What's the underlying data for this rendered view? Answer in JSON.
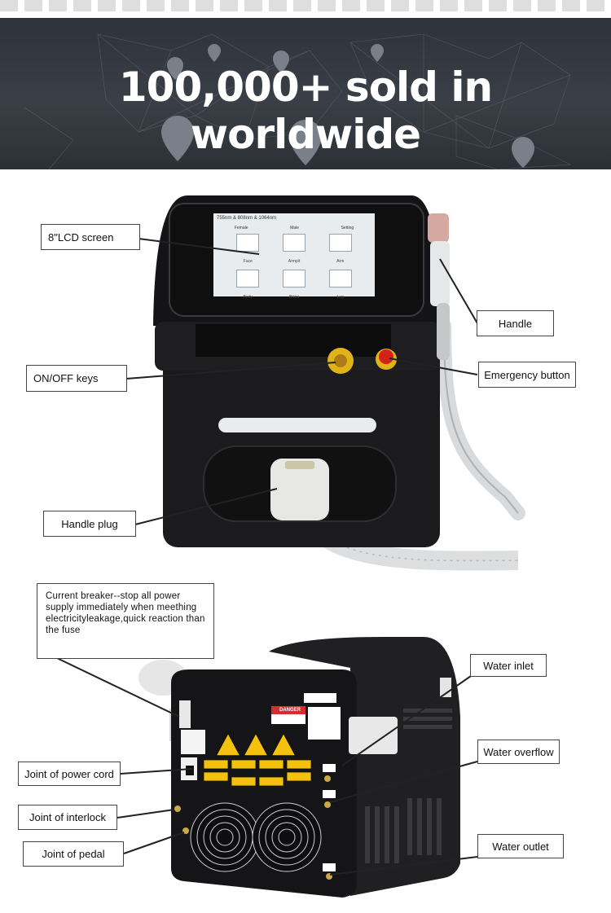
{
  "banner": {
    "title": "100,000+ sold in worldwide"
  },
  "front_view": {
    "screen_header": "755nm & 808nm & 1064nm",
    "screen_tabs": [
      "Female",
      "Male",
      "Setting"
    ],
    "screen_tiles": [
      "Face",
      "Armpit",
      "Arm",
      "Body",
      "Bikini",
      "Leg"
    ],
    "labels": {
      "lcd": "8\"LCD screen",
      "onoff": "ON/OFF keys",
      "handle_plug": "Handle plug",
      "handle": "Handle",
      "emergency": "Emergency button"
    }
  },
  "back_view": {
    "breaker_note": "Current breaker--stop all power supply immediately when meething electricityleakage,quick reaction than the fuse",
    "labels": {
      "power_cord": "Joint of power cord",
      "interlock": "Joint of interlock",
      "pedal": "Joint of pedal",
      "water_inlet": "Water inlet",
      "water_overflow": "Water overflow",
      "water_outlet": "Water outlet"
    },
    "panel_text": {
      "danger": "DANGER"
    }
  }
}
